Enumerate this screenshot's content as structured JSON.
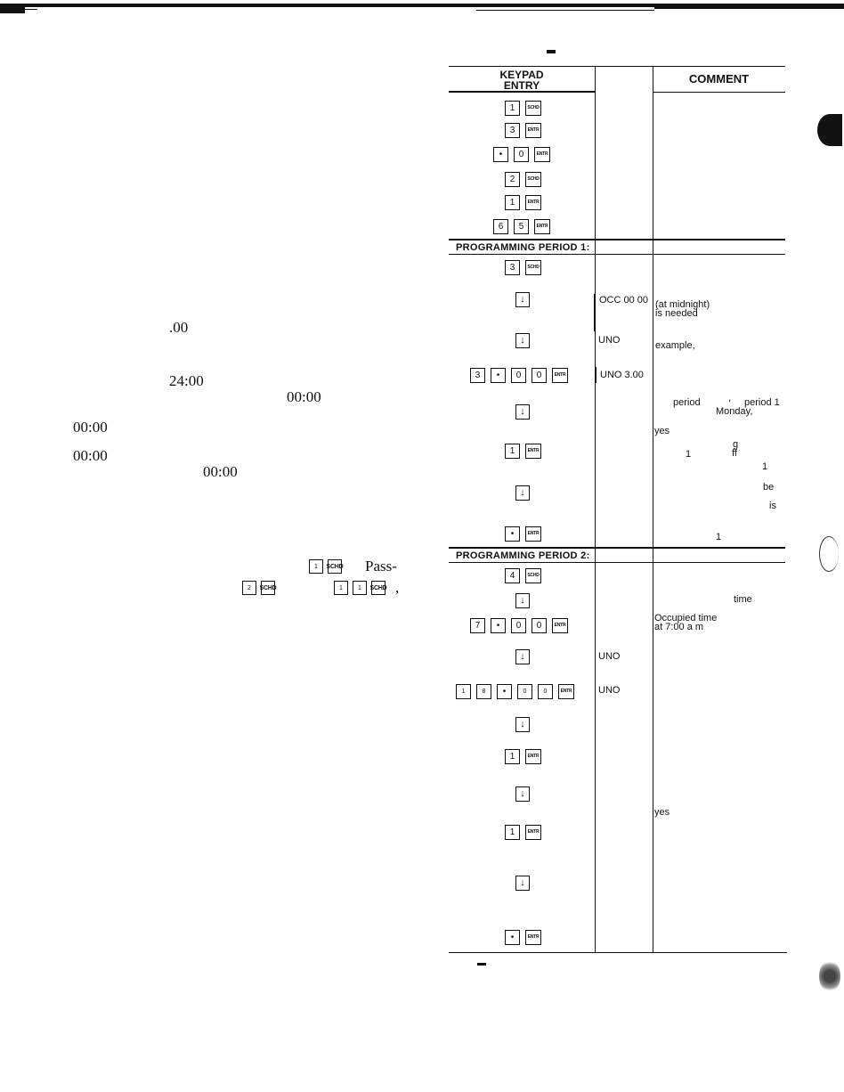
{
  "left_fragments": [
    {
      "id": "t1",
      "text": ".00"
    },
    {
      "id": "t2",
      "text": "24:00"
    },
    {
      "id": "t3",
      "text": "00:00"
    },
    {
      "id": "t4",
      "text": "00:00"
    },
    {
      "id": "t5",
      "text": "00:00"
    },
    {
      "id": "t6",
      "text": "00:00"
    },
    {
      "id": "t7",
      "text": "Pass-"
    },
    {
      "id": "t8",
      "text": ","
    }
  ],
  "inline_keys": {
    "one": "1",
    "two": "2",
    "schd": "SCHD"
  },
  "table": {
    "header": {
      "keypad_entry": "KEYPAD\nENTRY",
      "comment": "COMMENT"
    },
    "section1": "PROGRAMMING PERIOD 1:",
    "section2": "PROGRAMMING PERIOD 2:",
    "displays": [
      "OCC 00 00",
      "UNO",
      "UNO 3.00",
      "UNO",
      "UNO"
    ],
    "comments": [
      "(at midnight)",
      "is needed",
      "example,",
      "period",
      ",",
      "period 1",
      "Monday,",
      "yes",
      "g",
      "1",
      "ff",
      "1",
      "be",
      "is",
      "1",
      "time",
      "Occupied time",
      "at 7:00 a m",
      "yes"
    ]
  },
  "keys": {
    "schd": "SCHD",
    "entr": "ENTR",
    "dot": "•",
    "arrow": "↓",
    "d0": "0",
    "d1": "1",
    "d2": "2",
    "d3": "3",
    "d4": "4",
    "d5": "5",
    "d6": "6",
    "d7": "7",
    "d8": "8"
  }
}
